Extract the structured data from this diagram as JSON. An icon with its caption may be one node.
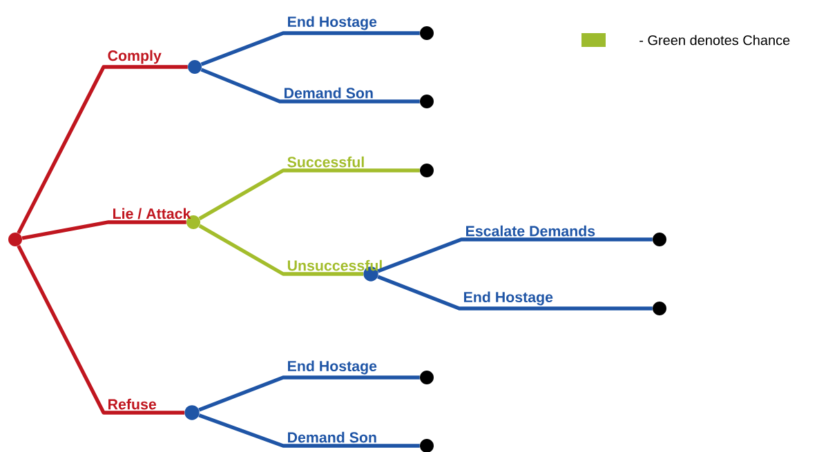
{
  "diagram": {
    "nodes": [
      {
        "text": [],
        "shape": "circle"
      },
      {
        "text": [],
        "shape": "circle"
      },
      {
        "text": [],
        "shape": "circle"
      },
      {
        "text": [],
        "shape": "circle"
      },
      {
        "text": [],
        "shape": "circle"
      },
      {
        "text": [],
        "shape": "circle"
      },
      {
        "text": [],
        "shape": "circle"
      },
      {
        "text": [],
        "shape": "circle"
      },
      {
        "text": [],
        "shape": "circle"
      },
      {
        "text": [],
        "shape": "circle"
      },
      {
        "text": [],
        "shape": "circle"
      },
      {
        "text": [],
        "shape": "circle"
      }
    ],
    "edges": [
      {
        "from": 0,
        "to": 1,
        "arrow": "none",
        "label": "Comply",
        "color": "#c0161f"
      },
      {
        "from": 0,
        "to": 2,
        "arrow": "none",
        "label": "Lie / Attack",
        "color": "#c0161f"
      },
      {
        "from": 0,
        "to": 3,
        "arrow": "none",
        "label": "Refuse",
        "color": "#c0161f"
      },
      {
        "from": 1,
        "to": 4,
        "arrow": "none",
        "label": "End Hostage"
      },
      {
        "from": 1,
        "to": 5,
        "arrow": "none",
        "label": "Demand Son"
      },
      {
        "from": 2,
        "to": 6,
        "arrow": "none",
        "label": "Successful",
        "color": "#a3bd2c"
      },
      {
        "from": 2,
        "to": 7,
        "arrow": "none",
        "label": "Unsuccessful",
        "color": "#a3bd2c"
      },
      {
        "from": 7,
        "to": 8,
        "arrow": "none",
        "label": "Escalate Demands"
      },
      {
        "from": 7,
        "to": 9,
        "arrow": "none",
        "label": "End Hostage"
      },
      {
        "from": 3,
        "to": 10,
        "arrow": "none",
        "label": "End Hostage"
      },
      {
        "from": 3,
        "to": 11,
        "arrow": "none",
        "label": "Demand Son"
      }
    ],
    "legend": [
      {
        "text": "- Green denotes Chance",
        "color": "#9dbb2e"
      }
    ]
  }
}
